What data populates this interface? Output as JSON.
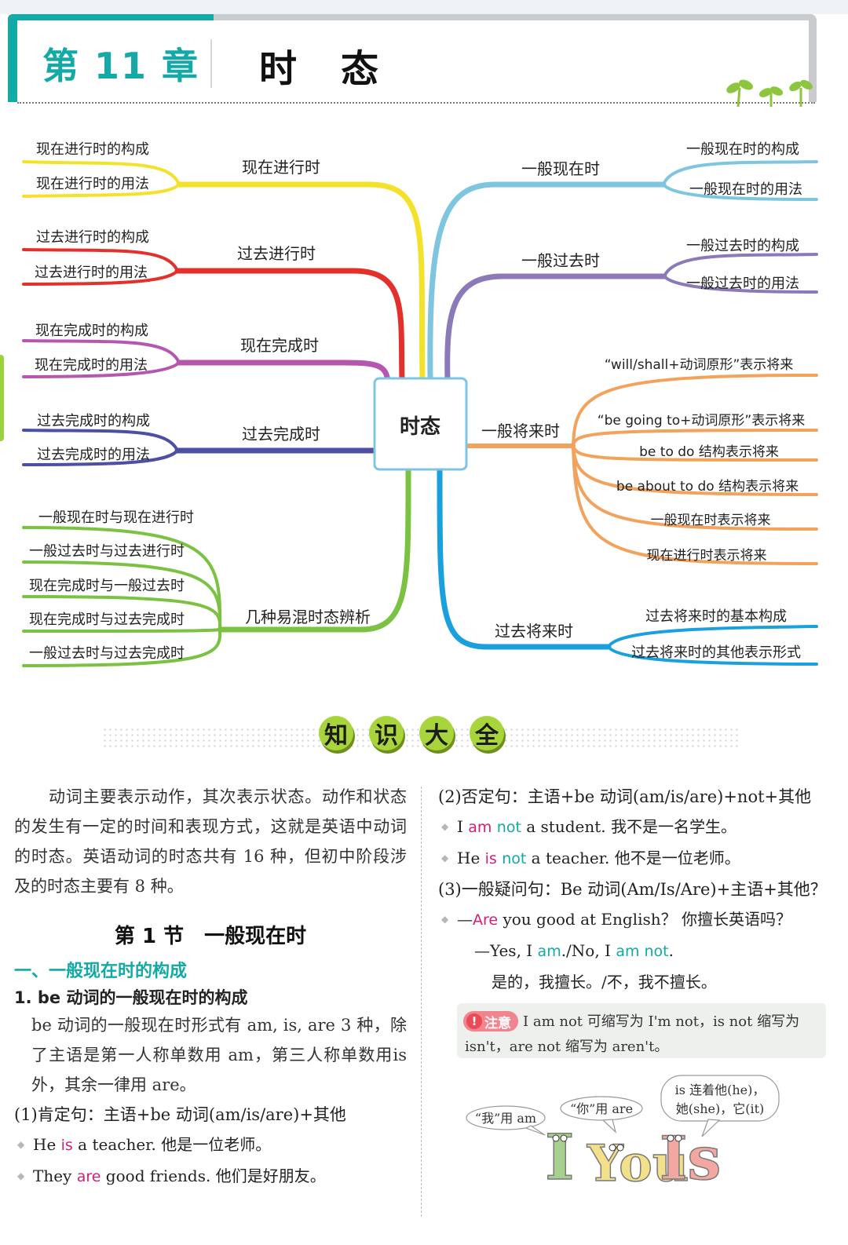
{
  "header": {
    "chapter": "第 11 章",
    "title": "时态"
  },
  "mindmap": {
    "center": "时态",
    "present_continuous": {
      "label": "现在进行时",
      "items": [
        "现在进行时的构成",
        "现在进行时的用法"
      ]
    },
    "past_continuous": {
      "label": "过去进行时",
      "items": [
        "过去进行时的构成",
        "过去进行时的用法"
      ]
    },
    "present_perfect": {
      "label": "现在完成时",
      "items": [
        "现在完成时的构成",
        "现在完成时的用法"
      ]
    },
    "past_perfect": {
      "label": "过去完成时",
      "items": [
        "过去完成时的构成",
        "过去完成时的用法"
      ]
    },
    "confusing": {
      "label": "几种易混时态辨析",
      "items": [
        "一般现在时与现在进行时",
        "一般过去时与过去进行时",
        "现在完成时与一般过去时",
        "现在完成时与过去完成时",
        "一般过去时与过去完成时"
      ]
    },
    "simple_present": {
      "label": "一般现在时",
      "items": [
        "一般现在时的构成",
        "一般现在时的用法"
      ]
    },
    "simple_past": {
      "label": "一般过去时",
      "items": [
        "一般过去时的构成",
        "一般过去时的用法"
      ]
    },
    "simple_future": {
      "label": "一般将来时",
      "items": [
        "“will/shall+动词原形”表示将来",
        "“be going to+动词原形”表示将来",
        "be to do 结构表示将来",
        "be about to do 结构表示将来",
        "一般现在时表示将来",
        "现在进行时表示将来"
      ]
    },
    "future_in_past": {
      "label": "过去将来时",
      "items": [
        "过去将来时的基本构成",
        "过去将来时的其他表示形式"
      ]
    }
  },
  "knowledge": {
    "chars": [
      "知",
      "识",
      "大",
      "全"
    ]
  },
  "left_column": {
    "intro": "动词主要表示动作，其次表示状态。动作和状态的发生有一定的时间和表现方式，这就是英语中动词的时态。英语动词的时态共有 16 种，但初中阶段涉及的时态主要有 8 种。",
    "section": "第 1 节　一般现在时",
    "sub1": "一、一般现在时的构成",
    "item1": "1. be 动词的一般现在时的构成",
    "item1_text": "be 动词的一般现在时形式有 am, is, are 3 种，除了主语是第一人称单数用 am，第三人称单数用is外，其余一律用 are。",
    "rule1": "(1)肯定句：主语+be 动词(am/is/are)+其他",
    "ex1": {
      "a": "He ",
      "b": "is",
      "c": " a teacher. 他是一位老师。"
    },
    "ex2": {
      "a": "They ",
      "b": "are",
      "c": " good friends. 他们是好朋友。"
    }
  },
  "right_column": {
    "rule2": "(2)否定句：主语+be 动词(am/is/are)+not+其他",
    "ex3": {
      "a": "I ",
      "b": "am",
      "c": " ",
      "d": "not",
      "e": " a student. 我不是一名学生。"
    },
    "ex4": {
      "a": "He ",
      "b": "is",
      "c": " ",
      "d": "not",
      "e": " a teacher. 他不是一位老师。"
    },
    "rule3": "(3)一般疑问句：Be 动词(Am/Is/Are)+主语+其他？",
    "ex5": {
      "a": "—",
      "b": "Are",
      "c": " you good at English？ 你擅长英语吗？"
    },
    "ex6": {
      "a": "—Yes, I ",
      "b": "am",
      "c": "./No, I ",
      "d": "am not",
      "e": "."
    },
    "ex6_cn": "是的，我擅长。/不，我不擅长。",
    "note_badge": "注意",
    "note_text": "I am not 可缩写为 I'm not，is not 缩写为 isn't，are not 缩写为 aren't。",
    "bubble_i": "“我”用 am",
    "bubble_you": "“你”用 are",
    "bubble_is_1": "is 连着他(he)，",
    "bubble_is_2": "她(she)，它(it)",
    "cartoon_letters": [
      "I",
      "You",
      "Is"
    ]
  }
}
